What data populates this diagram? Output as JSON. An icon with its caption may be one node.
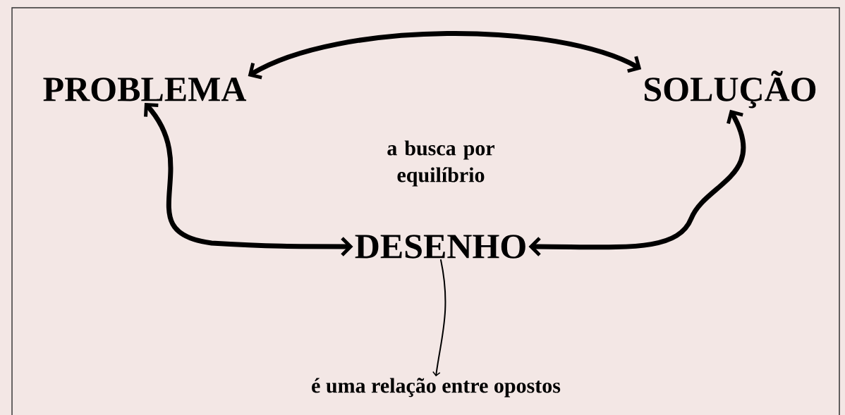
{
  "diagram": {
    "nodes": [
      {
        "text": [
          "PROBLEMA"
        ]
      },
      {
        "text": [
          "SOLUÇÃO"
        ]
      },
      {
        "text": [
          "DESENHO"
        ]
      },
      {
        "text": [
          "é uma relação entre opostos"
        ]
      }
    ],
    "edges": [
      {
        "from": 0,
        "to": 1,
        "arrow": "both"
      },
      {
        "from": 0,
        "to": 2,
        "arrow": "both"
      },
      {
        "from": 1,
        "to": 2,
        "arrow": "both"
      },
      {
        "from": 2,
        "to": 3,
        "arrow": "to"
      }
    ],
    "labels": [
      "a busca por equilíbrio"
    ]
  }
}
